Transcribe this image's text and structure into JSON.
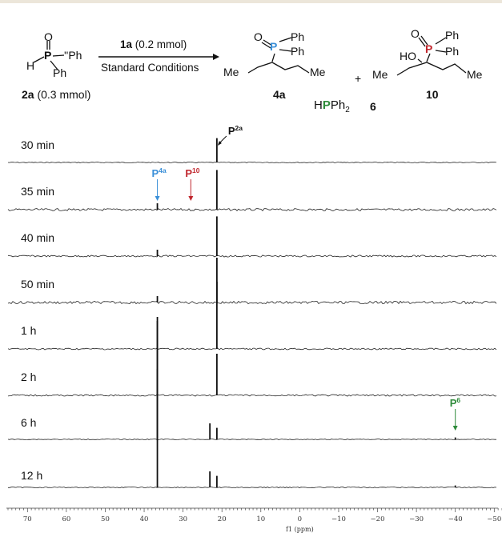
{
  "scheme": {
    "reactant": {
      "atom_o": "O",
      "atom_p": "P",
      "atom_h": "H",
      "ph1": "''Ph",
      "ph2": "Ph",
      "label": "2a",
      "amount": "(0.3 mmol)"
    },
    "conditions": {
      "reagent_label": "1a",
      "reagent_amount": "(0.2 mmol)",
      "text": "Standard Conditions"
    },
    "product_4a": {
      "atom_o": "O",
      "atom_p": "P",
      "ph1": "Ph",
      "ph2": "Ph",
      "me_left": "Me",
      "me_right": "Me",
      "label": "4a"
    },
    "plus": "+",
    "byproduct_6": {
      "h": "H",
      "p": "P",
      "ph": "Ph",
      "subscript": "2",
      "label": "6"
    },
    "product_10": {
      "atom_o": "O",
      "atom_p": "P",
      "ph1": "Ph",
      "ph2": "Ph",
      "ho": "HO",
      "me_left": "Me",
      "me_right": "Me",
      "label": "10"
    }
  },
  "chart_data": {
    "type": "line",
    "title": "",
    "xlabel": "f1 (ppm)",
    "ylabel": "",
    "xlim": [
      75,
      -52
    ],
    "x_reversed": true,
    "x_ticks": [
      70,
      60,
      50,
      40,
      30,
      20,
      10,
      0,
      -10,
      -20,
      -30,
      -40,
      -50
    ],
    "x_tick_labels": [
      "70",
      "60",
      "50",
      "40",
      "30",
      "20",
      "10",
      "0",
      "−10",
      "−20",
      "−30",
      "−40",
      "−50"
    ],
    "grid": false,
    "series": [
      {
        "name": "30 min",
        "peaks": [
          {
            "ppm": 21.3,
            "height": 0.38
          }
        ]
      },
      {
        "name": "35 min",
        "peaks": [
          {
            "ppm": 36.6,
            "height": 0.1
          },
          {
            "ppm": 21.3,
            "height": 0.62
          }
        ]
      },
      {
        "name": "40 min",
        "peaks": [
          {
            "ppm": 36.6,
            "height": 0.1
          },
          {
            "ppm": 21.3,
            "height": 0.62
          }
        ]
      },
      {
        "name": "50 min",
        "peaks": [
          {
            "ppm": 36.6,
            "height": 0.1
          },
          {
            "ppm": 21.3,
            "height": 0.7
          }
        ]
      },
      {
        "name": "1 h",
        "peaks": [
          {
            "ppm": 36.6,
            "height": 0.5
          },
          {
            "ppm": 21.3,
            "height": 1.05
          }
        ]
      },
      {
        "name": "2 h",
        "peaks": [
          {
            "ppm": 36.6,
            "height": 0.75
          },
          {
            "ppm": 21.3,
            "height": 0.65
          }
        ]
      },
      {
        "name": "6 h",
        "peaks": [
          {
            "ppm": 36.6,
            "height": 1.85
          },
          {
            "ppm": 23.1,
            "height": 0.25
          },
          {
            "ppm": 21.3,
            "height": 0.18
          },
          {
            "ppm": -40.0,
            "height": 0.03
          }
        ]
      },
      {
        "name": "12 h",
        "peaks": [
          {
            "ppm": 36.6,
            "height": 1.85
          },
          {
            "ppm": 23.1,
            "height": 0.25
          },
          {
            "ppm": 21.3,
            "height": 0.18
          },
          {
            "ppm": -40.0,
            "height": 0.03
          }
        ]
      }
    ],
    "annotations": [
      {
        "label": "P",
        "sup": "2a",
        "ppm": 21.3,
        "series": "30 min",
        "color": "#111111"
      },
      {
        "label": "P",
        "sup": "4a",
        "ppm": 36.6,
        "series": "35 min",
        "color": "#3a8fd8"
      },
      {
        "label": "P",
        "sup": "10",
        "ppm": 28.0,
        "series": "35 min",
        "color": "#c0262d"
      },
      {
        "label": "P",
        "sup": "6",
        "ppm": -40.0,
        "series": "6 h",
        "color": "#2e8b3a"
      }
    ]
  }
}
